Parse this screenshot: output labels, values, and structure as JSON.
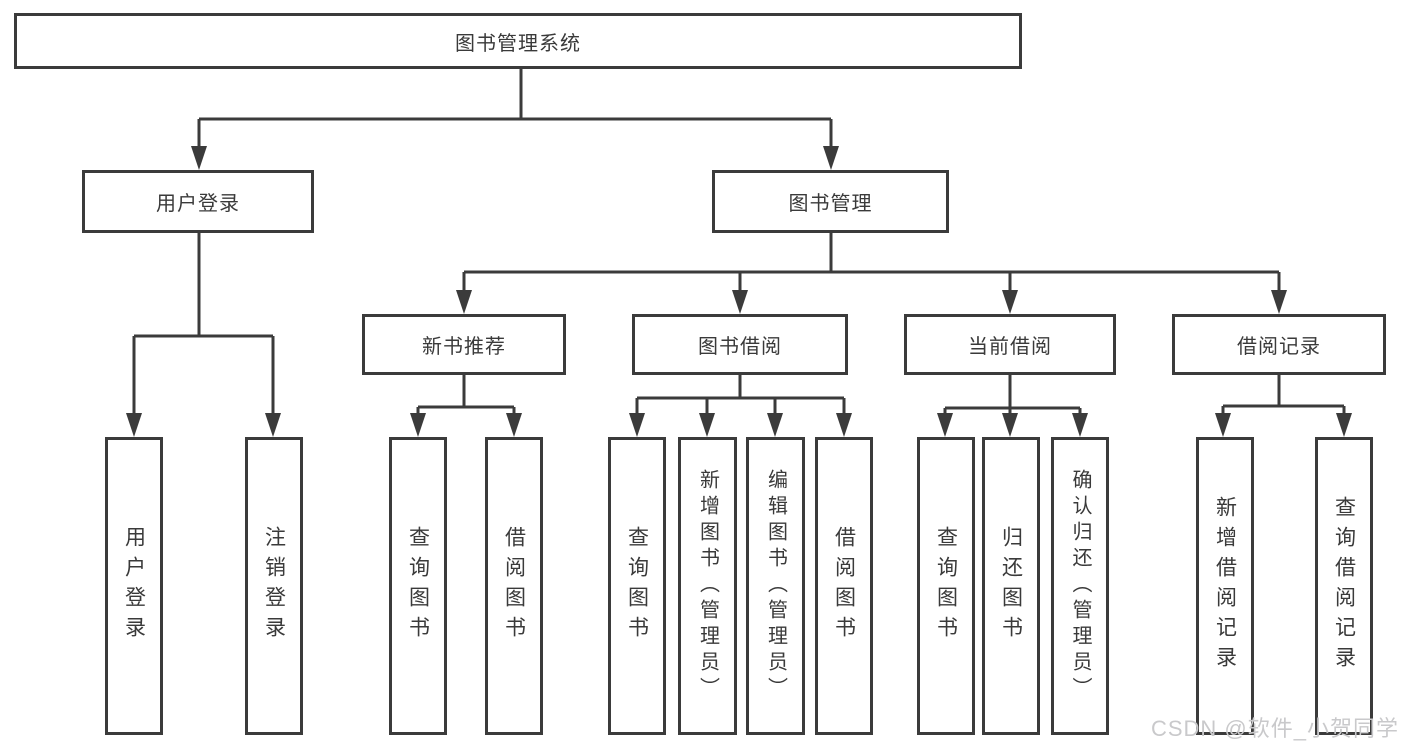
{
  "diagram": {
    "root": {
      "label": "图书管理系统"
    },
    "branches": [
      {
        "label": "用户登录",
        "leaves": [
          {
            "label": "用户登录"
          },
          {
            "label": "注销登录"
          }
        ]
      },
      {
        "label": "图书管理",
        "groups": [
          {
            "label": "新书推荐",
            "leaves": [
              {
                "label": "查询图书"
              },
              {
                "label": "借阅图书"
              }
            ]
          },
          {
            "label": "图书借阅",
            "leaves": [
              {
                "label": "查询图书"
              },
              {
                "label": "新增图书（管理员）"
              },
              {
                "label": "编辑图书（管理员）"
              },
              {
                "label": "借阅图书"
              }
            ]
          },
          {
            "label": "当前借阅",
            "leaves": [
              {
                "label": "查询图书"
              },
              {
                "label": "归还图书"
              },
              {
                "label": "确认归还（管理员）"
              }
            ]
          },
          {
            "label": "借阅记录",
            "leaves": [
              {
                "label": "新增借阅记录"
              },
              {
                "label": "查询借阅记录"
              }
            ]
          }
        ]
      }
    ]
  },
  "watermark": {
    "text": "CSDN @软件_小贺同学"
  },
  "colors": {
    "line": "#3b3b3b",
    "text": "#3a3a3a",
    "box_background": "#ffffff",
    "watermark": "#c9c9cb"
  }
}
